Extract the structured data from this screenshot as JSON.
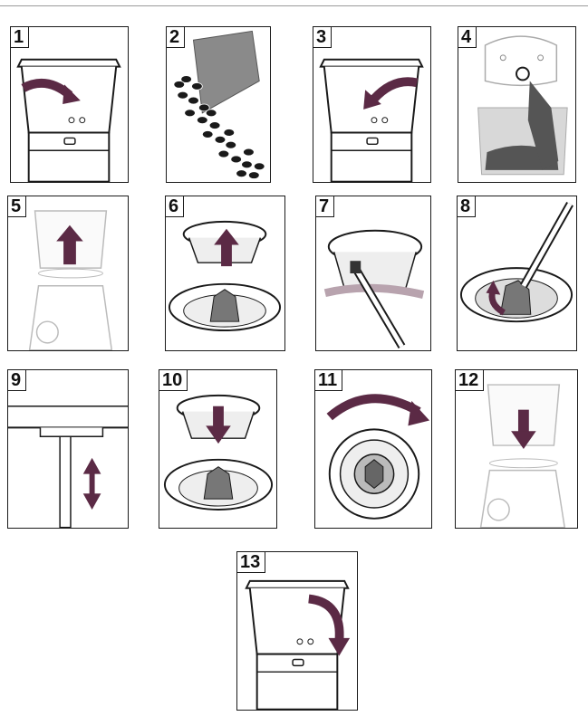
{
  "steps": [
    {
      "number": "1"
    },
    {
      "number": "2"
    },
    {
      "number": "3"
    },
    {
      "number": "4"
    },
    {
      "number": "5"
    },
    {
      "number": "6"
    },
    {
      "number": "7"
    },
    {
      "number": "8"
    },
    {
      "number": "9"
    },
    {
      "number": "10"
    },
    {
      "number": "11"
    },
    {
      "number": "12"
    },
    {
      "number": "13"
    }
  ],
  "colors": {
    "arrow": "#5b2a45",
    "line": "#1a1a1a",
    "grey": "#8a8a8a",
    "light_grey": "#d8d8d8"
  }
}
